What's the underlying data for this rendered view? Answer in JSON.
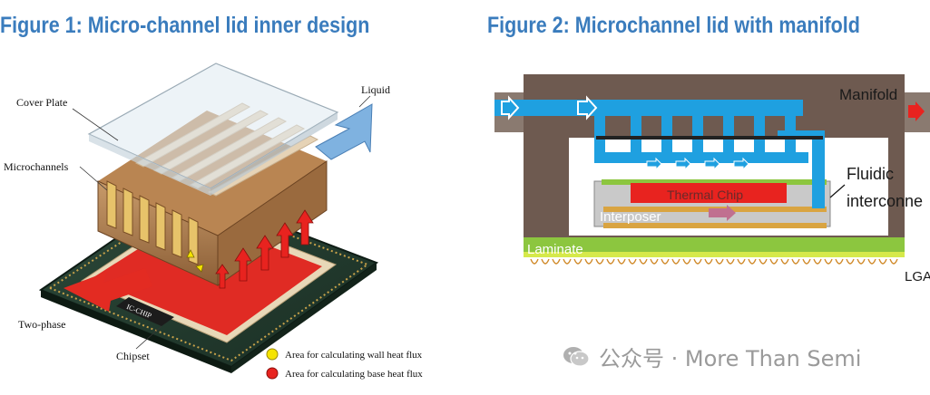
{
  "figure1": {
    "title": "Figure 1: Micro-channel lid inner design",
    "labels": {
      "cover_plate": "Cover Plate",
      "microchannels": "Microchannels",
      "liquid": "Liquid",
      "two_phase": "Two-phase",
      "chipset": "Chipset",
      "ic_chip": "IC-CHIP"
    },
    "legend": [
      {
        "text": "Area for calculating wall heat flux",
        "color": "#f5e400"
      },
      {
        "text": "Area for calculating base heat flux",
        "color": "#e8231f"
      }
    ]
  },
  "figure2": {
    "title": "Figure 2: Microchannel lid with manifold",
    "labels": {
      "manifold": "Manifold",
      "fluidic": "Fluidic",
      "interconnect": "interconne",
      "thermal_chip": "Thermal Chip",
      "interposer": "Interposer",
      "laminate": "Laminate",
      "lga": "LGA"
    }
  },
  "watermark": {
    "text": "公众号 · More Than Semi"
  },
  "colors": {
    "title_blue": "#3a7cbd",
    "fluid_blue": "#1fa0e0",
    "manifold_brown": "#6e5a50",
    "laminate_green": "#8cc63f"
  }
}
